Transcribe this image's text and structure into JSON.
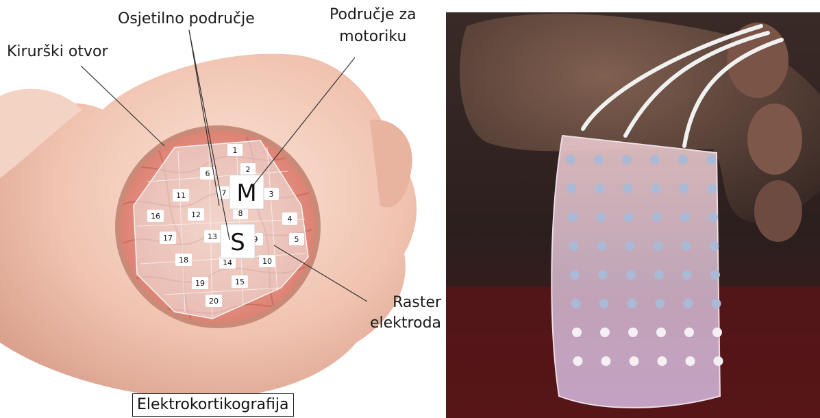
{
  "figure": {
    "left_labels": {
      "surgical_opening": "Kirurški otvor",
      "sensory_area": "Osjetilno područje",
      "motor_area_line1": "Područje za",
      "motor_area_line2": "motoriku",
      "electrode_grid_line1": "Raster",
      "electrode_grid_line2": "elektroda"
    },
    "caption": "Elektrokortikografija",
    "grid_letters": {
      "motor": "M",
      "sensory": "S"
    },
    "electrode_numbers": [
      "1",
      "2",
      "3",
      "4",
      "5",
      "6",
      "7",
      "8",
      "9",
      "10",
      "11",
      "12",
      "13",
      "14",
      "15",
      "16",
      "17",
      "18",
      "19",
      "20"
    ],
    "colors": {
      "skin": "#f0c9b8",
      "brain": "#e89a86",
      "grid_overlay": "#f3ece9",
      "photo_background": "#2a1d1c",
      "electrode_sheet": "#d9b8c4",
      "electrode_dot": "#a9b9d6"
    }
  }
}
